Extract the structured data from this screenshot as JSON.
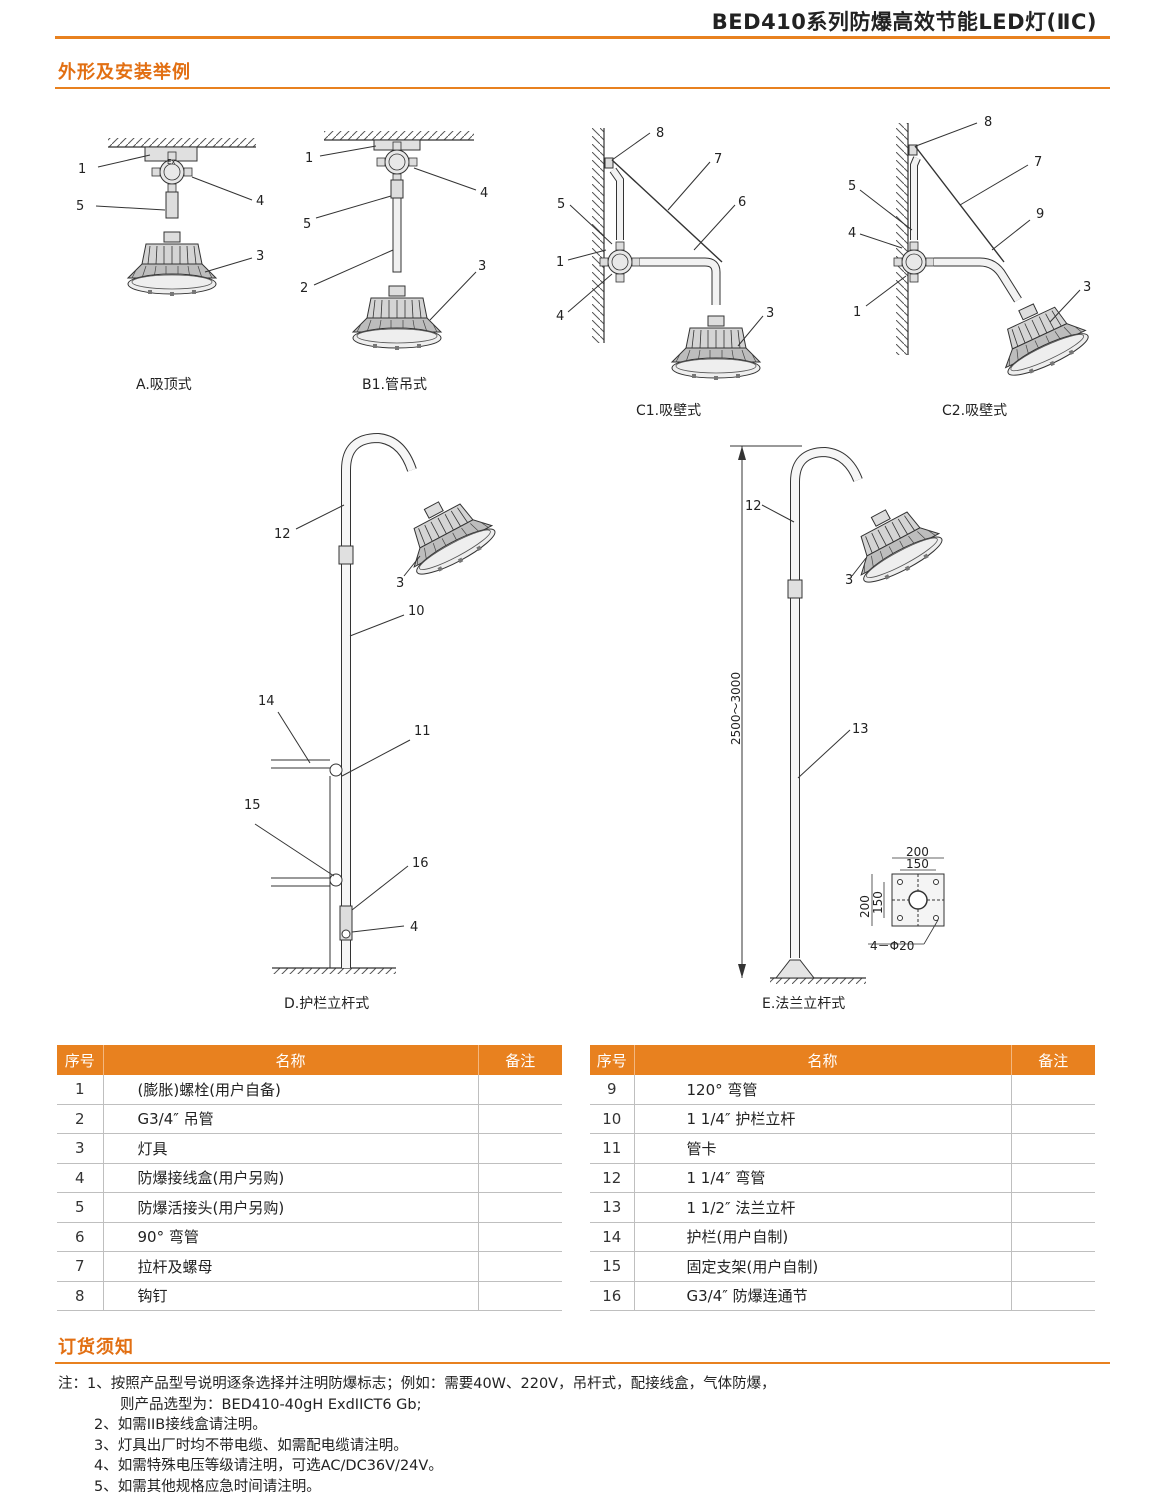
{
  "header": {
    "title": "BED410系列防爆高效节能LED灯(ⅡC)"
  },
  "sections": {
    "installation": "外形及安装举例",
    "ordering": "订货须知"
  },
  "diagrams": {
    "captions": {
      "a": "A.吸顶式",
      "b1": "B1.管吊式",
      "c1": "C1.吸壁式",
      "c2": "C2.吸壁式",
      "d": "D.护栏立杆式",
      "e": "E.法兰立杆式"
    },
    "ex_mark": "Ex",
    "callouts": {
      "n1": "1",
      "n2": "2",
      "n3": "3",
      "n4": "4",
      "n5": "5",
      "n6": "6",
      "n7": "7",
      "n8": "8",
      "n9": "9",
      "n10": "10",
      "n11": "11",
      "n12": "12",
      "n13": "13",
      "n14": "14",
      "n15": "15",
      "n16": "16"
    },
    "dimensions": {
      "height": "2500～3000",
      "d200": "200",
      "d150": "150",
      "holes": "4－Φ20"
    }
  },
  "parts_table": {
    "headers": {
      "no": "序号",
      "name": "名称",
      "remark": "备注"
    },
    "left": [
      {
        "no": "1",
        "name": "(膨胀)螺栓(用户自备)",
        "remark": ""
      },
      {
        "no": "2",
        "name": "G3/4″ 吊管",
        "remark": ""
      },
      {
        "no": "3",
        "name": "灯具",
        "remark": ""
      },
      {
        "no": "4",
        "name": "防爆接线盒(用户另购)",
        "remark": ""
      },
      {
        "no": "5",
        "name": "防爆活接头(用户另购)",
        "remark": ""
      },
      {
        "no": "6",
        "name": "90° 弯管",
        "remark": ""
      },
      {
        "no": "7",
        "name": "拉杆及螺母",
        "remark": ""
      },
      {
        "no": "8",
        "name": "钩钉",
        "remark": ""
      }
    ],
    "right": [
      {
        "no": "9",
        "name": "120° 弯管",
        "remark": ""
      },
      {
        "no": "10",
        "name": "1 1/4″ 护栏立杆",
        "remark": ""
      },
      {
        "no": "11",
        "name": "管卡",
        "remark": ""
      },
      {
        "no": "12",
        "name": "1 1/4″ 弯管",
        "remark": ""
      },
      {
        "no": "13",
        "name": "1 1/2″ 法兰立杆",
        "remark": ""
      },
      {
        "no": "14",
        "name": "护栏(用户自制)",
        "remark": ""
      },
      {
        "no": "15",
        "name": "固定支架(用户自制)",
        "remark": ""
      },
      {
        "no": "16",
        "name": "G3/4″ 防爆连通节",
        "remark": ""
      }
    ]
  },
  "notes": [
    "注：1、按照产品型号说明逐条选择并注明防爆标志；例如：需要40W、220V，吊杆式，配接线盒，气体防爆，",
    "则产品选型为：BED410-40gH ExdIICT6 Gb;",
    "2、如需IIB接线盒请注明。",
    "3、灯具出厂时均不带电缆、如需配电缆请注明。",
    "4、如需特殊电压等级请注明，可选AC/DC36V/24V。",
    "5、如需其他规格应急时间请注明。"
  ]
}
